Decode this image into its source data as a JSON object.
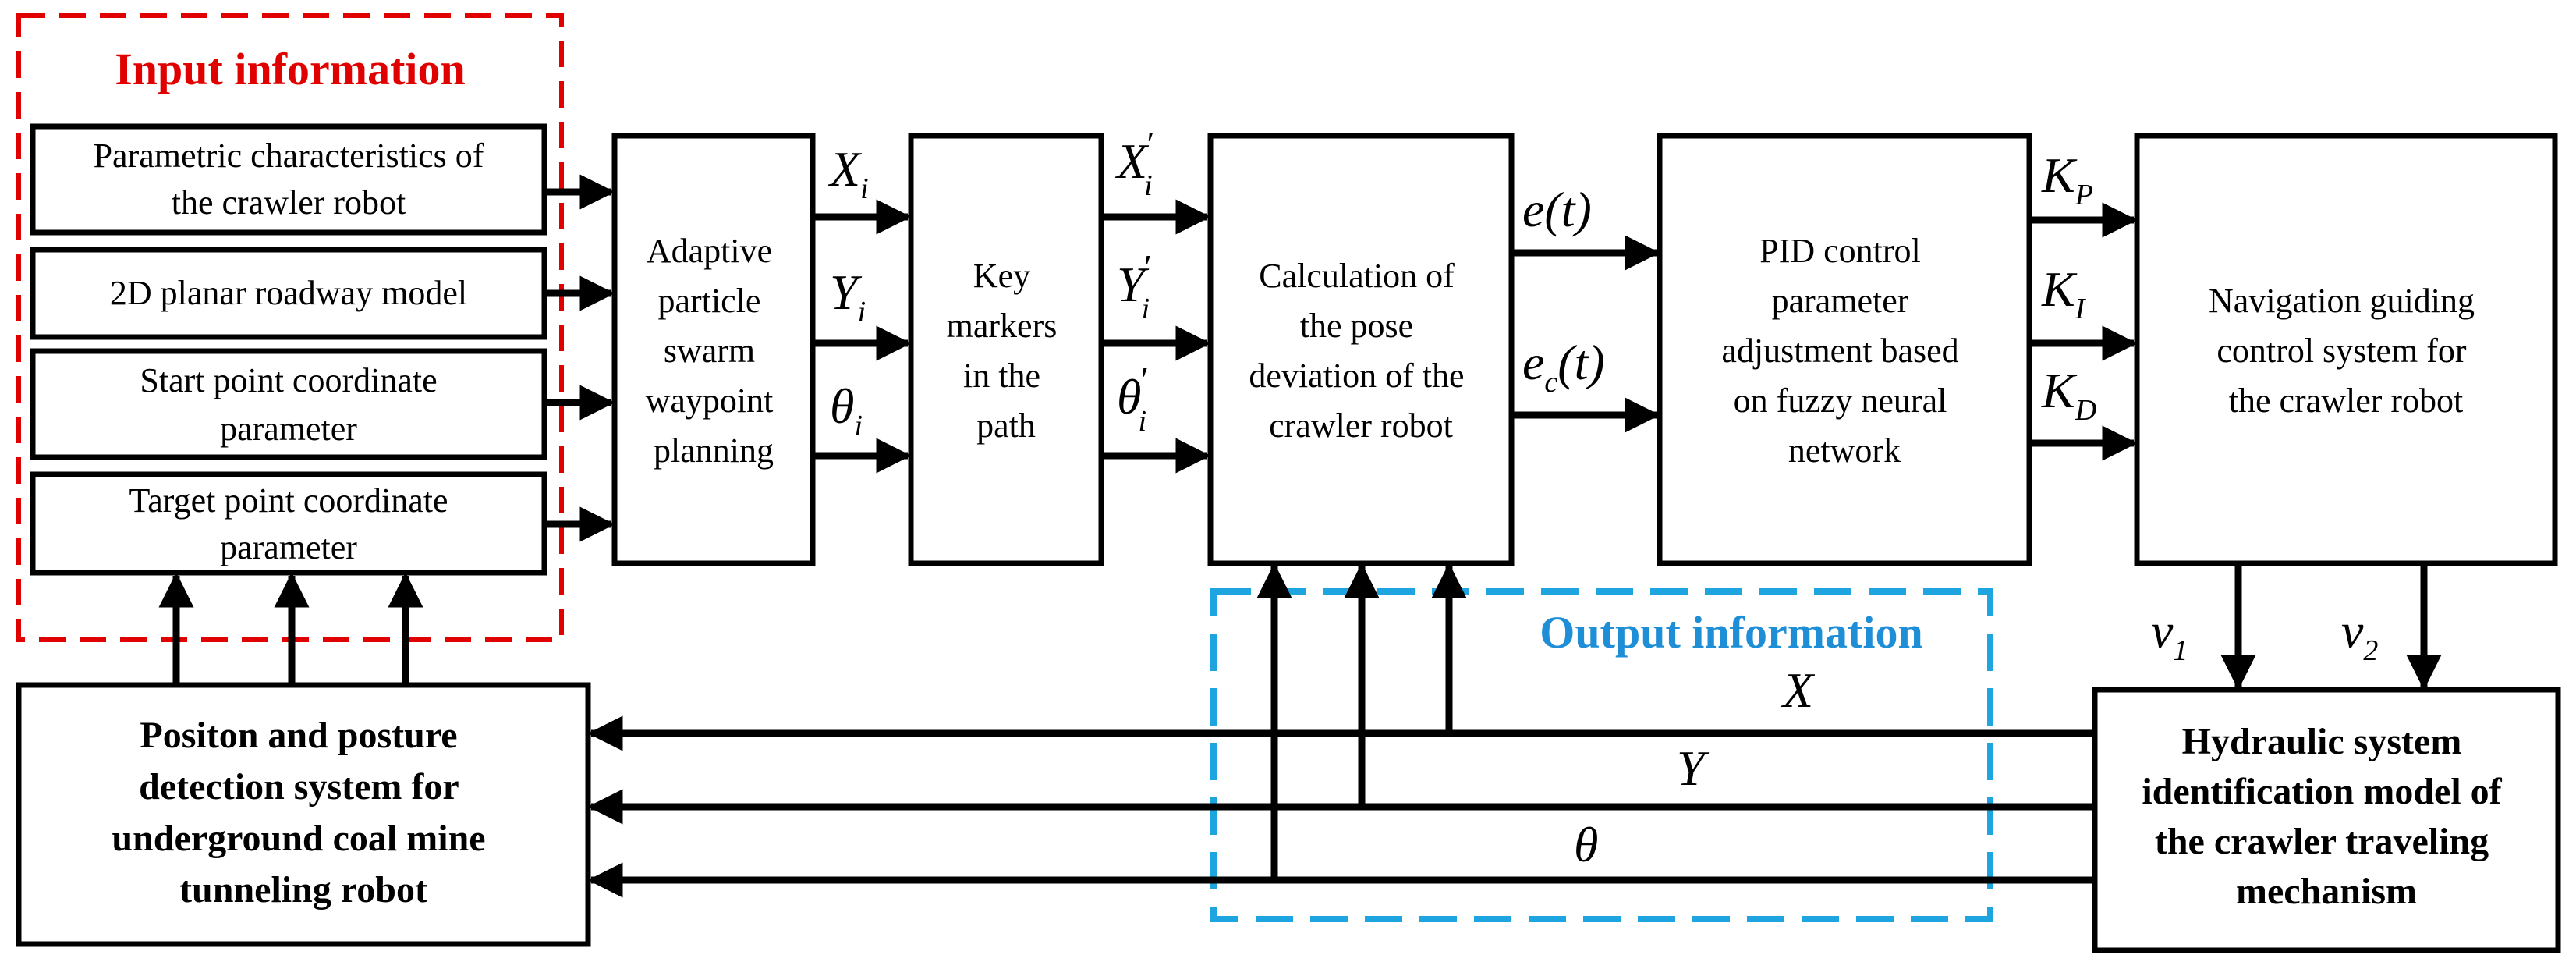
{
  "colors": {
    "input_border": "#e00000",
    "output_border": "#1ea5e0",
    "line": "#000000"
  },
  "input_group": {
    "title": "Input information",
    "items": [
      [
        "Parametric characteristics of",
        "the crawler robot"
      ],
      [
        "2D planar roadway model"
      ],
      [
        "Start point coordinate",
        "parameter"
      ],
      [
        "Target point coordinate",
        "parameter"
      ]
    ]
  },
  "output_group": {
    "title": "Output information"
  },
  "blocks": {
    "pso": [
      "Adaptive",
      "particle",
      "swarm",
      "waypoint",
      "planning"
    ],
    "markers": [
      "Key",
      "markers",
      "in the",
      "path"
    ],
    "deviation": [
      "Calculation of",
      "the pose",
      "deviation of the",
      "crawler robot"
    ],
    "pid": [
      "PID control",
      "parameter",
      "adjustment based",
      "on fuzzy neural",
      "network"
    ],
    "navigation": [
      "Navigation guiding",
      "control system for",
      "the crawler robot"
    ],
    "detection": [
      "Positon and posture",
      "detection system for",
      "underground coal mine",
      "tunneling robot"
    ],
    "hydraulic": [
      "Hydraulic system",
      "identification model of",
      "the crawler traveling",
      "mechanism"
    ]
  },
  "signals": {
    "xi": {
      "base": "X",
      "sub": "i"
    },
    "yi": {
      "base": "Y",
      "sub": "i"
    },
    "thetai": {
      "base": "θ",
      "sub": "i"
    },
    "xi_prime": {
      "base": "X",
      "sub": "i",
      "sup": "′"
    },
    "yi_prime": {
      "base": "Y",
      "sub": "i",
      "sup": "′"
    },
    "thetai_prime": {
      "base": "θ",
      "sub": "i",
      "sup": "′"
    },
    "e": "e(t)",
    "ec": {
      "base": "e",
      "sub": "c",
      "rest": "(t)"
    },
    "kp": {
      "base": "K",
      "sub": "P"
    },
    "ki": {
      "base": "K",
      "sub": "I"
    },
    "kd": {
      "base": "K",
      "sub": "D"
    },
    "v1": {
      "base": "v",
      "sub": "1"
    },
    "v2": {
      "base": "v",
      "sub": "2"
    },
    "x": "X",
    "y": "Y",
    "theta": "θ"
  }
}
